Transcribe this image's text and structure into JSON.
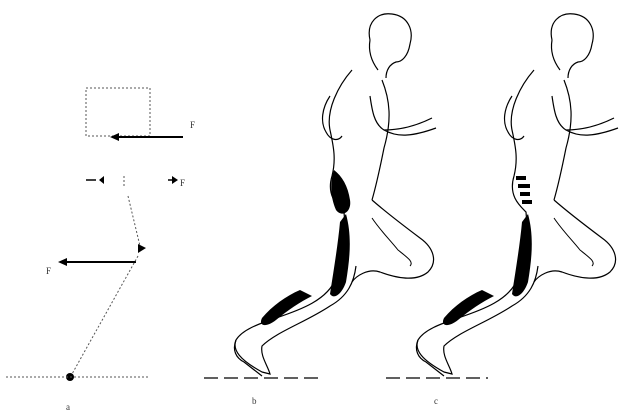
{
  "labels": {
    "top_arrow": "F",
    "mid_right": "F",
    "mid_left": "F",
    "base_bottom": "a",
    "runner_one_base": "b",
    "runner_two_base": "c"
  },
  "colors": {
    "ink": "#000000",
    "background": "#ffffff",
    "dotted": "#555555"
  }
}
